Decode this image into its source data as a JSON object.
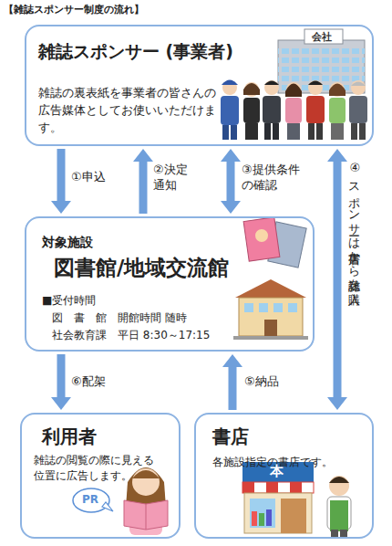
{
  "diagram": {
    "title": "【雑誌スポンサー制度の流れ】",
    "nodes": [
      {
        "text": [
          "雑誌スポンサー (事業者)",
          "雑誌の裏表紙を事業者の皆さんの 広告媒体としてお使いいただけます。"
        ]
      },
      {
        "text": [
          "対象施設",
          "図書館/地域交流館",
          "■受付時間",
          "図　書　館　開館時間 随時",
          "社会教育課　平日 8:30～17:15"
        ]
      },
      {
        "text": [
          "利用者",
          "雑誌の閲覧の際に見える 位置に広告します。"
        ]
      },
      {
        "text": [
          "書店",
          "各施設指定の書店です。"
        ]
      }
    ],
    "edges": [
      {
        "from": 0,
        "to": 1,
        "label": "①申込",
        "arrow": "to"
      },
      {
        "from": 1,
        "to": 0,
        "label": "②決定 通知",
        "arrow": "to"
      },
      {
        "from": 0,
        "to": 1,
        "label": "③提供条件 の確認",
        "arrow": "both"
      },
      {
        "from": 0,
        "to": 3,
        "label": "④スポンサーは書店から雑誌を購入",
        "arrow": "both"
      },
      {
        "from": 3,
        "to": 1,
        "label": "⑤納品",
        "arrow": "to"
      },
      {
        "from": 1,
        "to": 2,
        "label": "⑥配架",
        "arrow": "to"
      }
    ],
    "labels": [
      "会社",
      "本",
      "PR"
    ]
  }
}
